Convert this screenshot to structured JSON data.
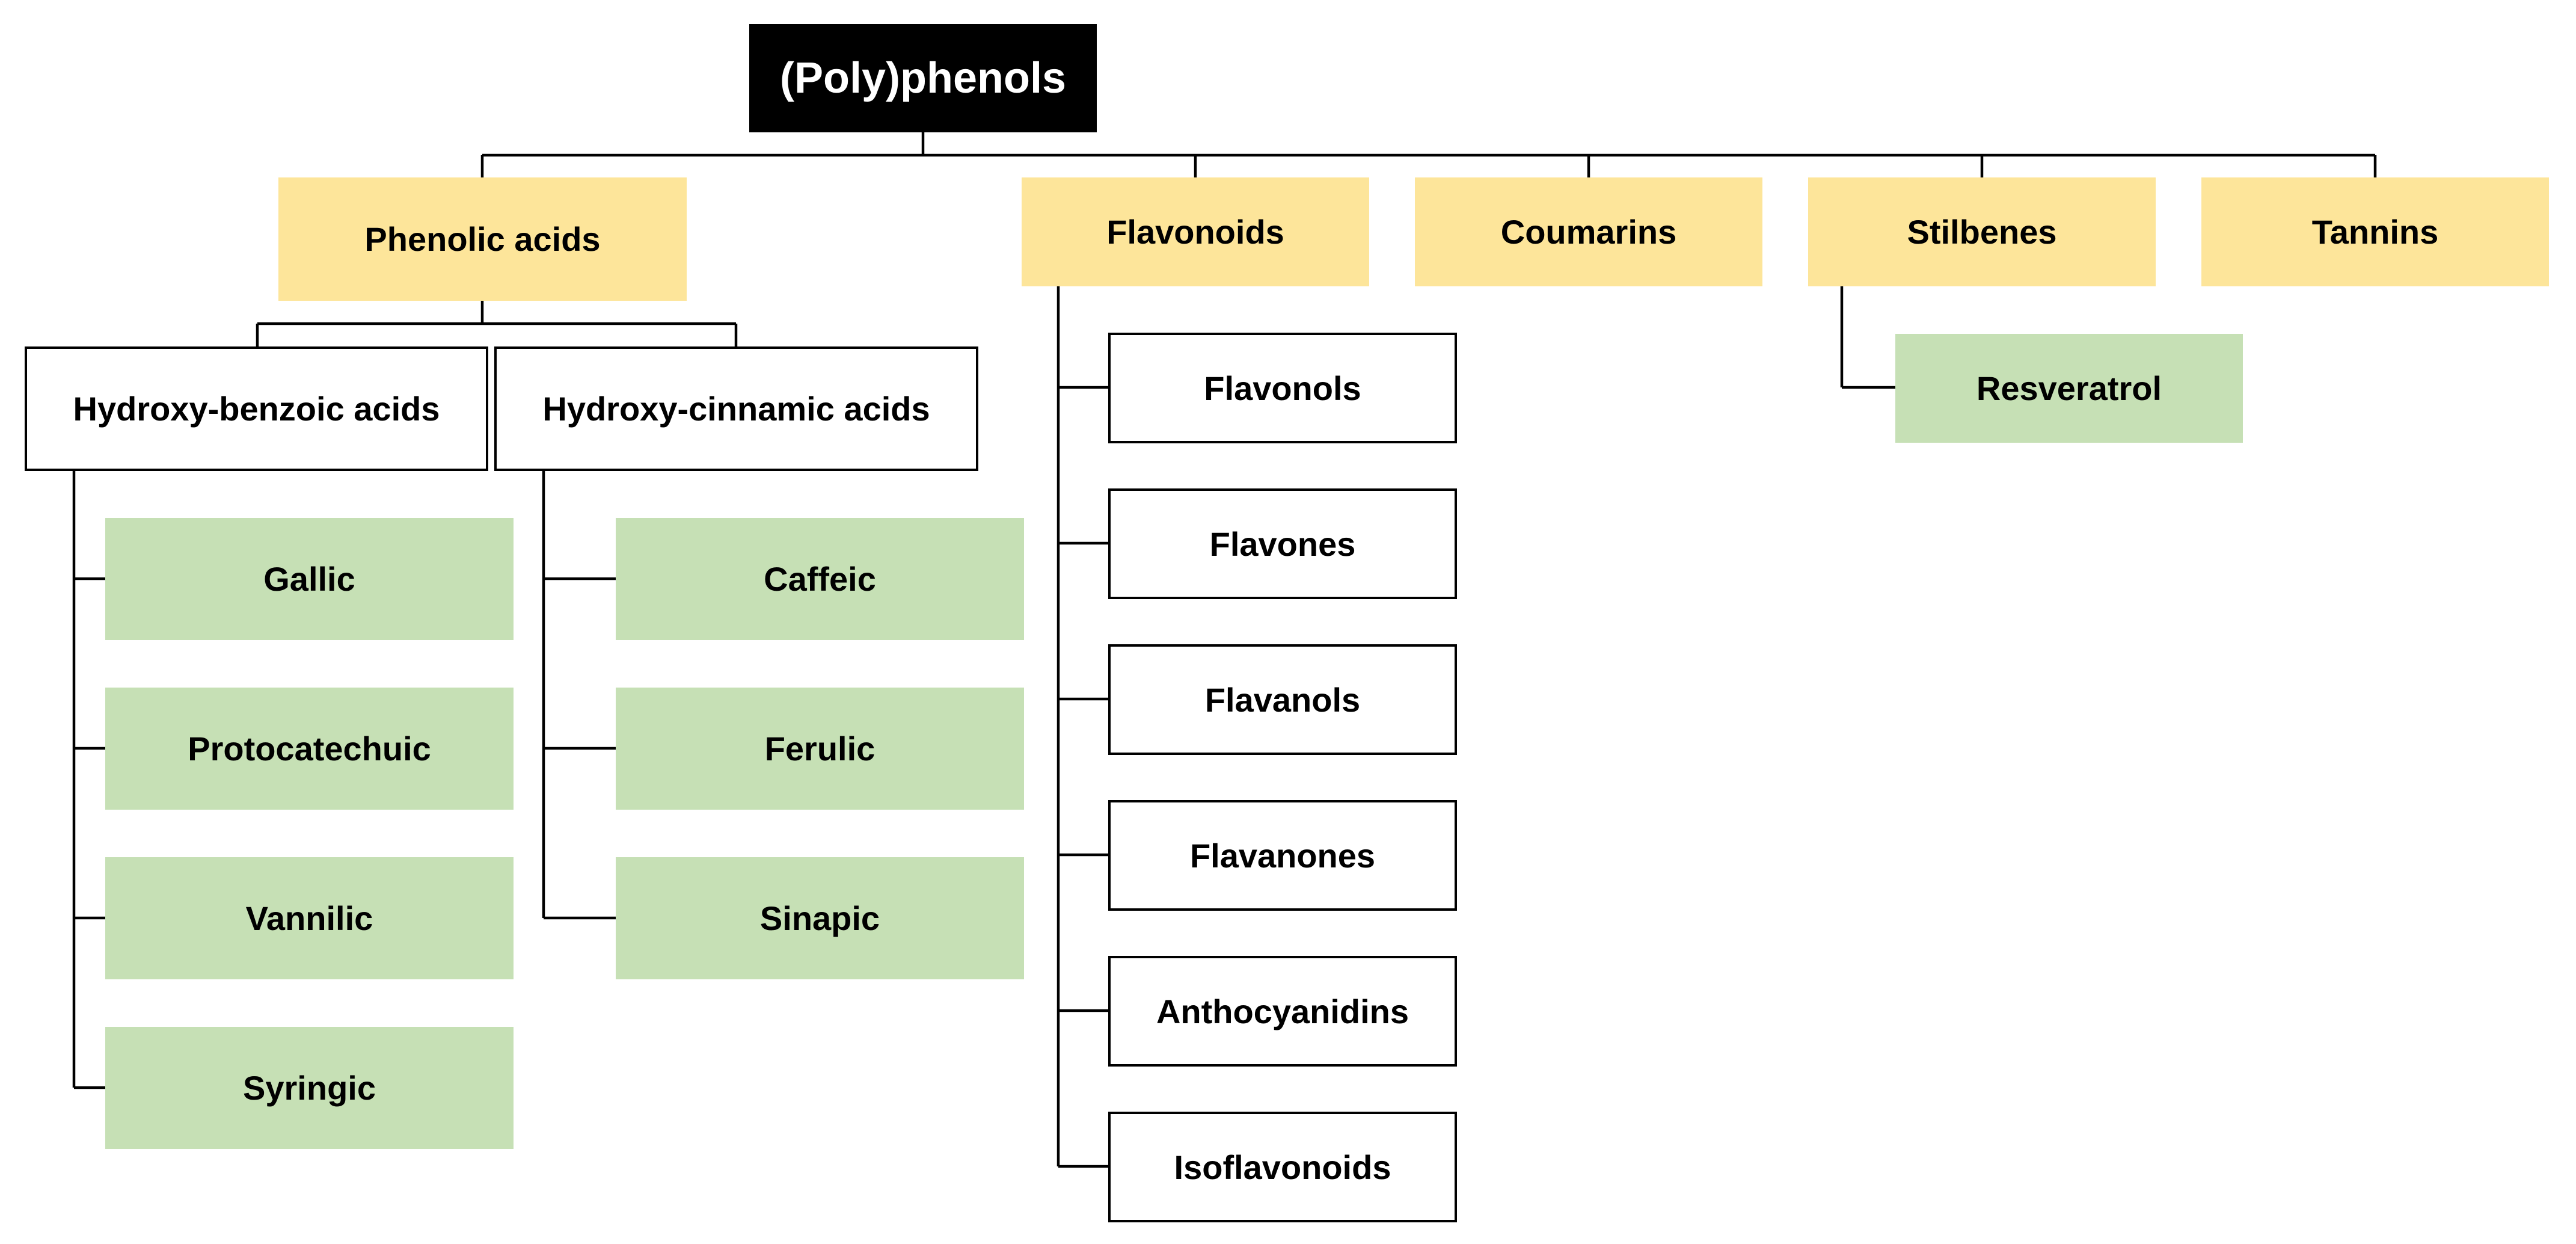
{
  "colors": {
    "root_fill": "#000000",
    "root_text": "#ffffff",
    "category_fill": "#fde59a",
    "compound_fill": "#c6e0b5",
    "subclass_fill": "#ffffff",
    "line": "#000000"
  },
  "root": {
    "label": "(Poly)phenols"
  },
  "categories": {
    "phenolic_acids": "Phenolic acids",
    "flavonoids": "Flavonoids",
    "coumarins": "Coumarins",
    "stilbenes": "Stilbenes",
    "tannins": "Tannins"
  },
  "phenolic_acids": {
    "hydroxybenzoic": {
      "label": "Hydroxy-benzoic acids",
      "items": [
        "Gallic",
        "Protocatechuic",
        "Vannilic",
        "Syringic"
      ]
    },
    "hydroxycinnamic": {
      "label": "Hydroxy-cinnamic acids",
      "items": [
        "Caffeic",
        "Ferulic",
        "Sinapic"
      ]
    }
  },
  "flavonoids": {
    "items": [
      "Flavonols",
      "Flavones",
      "Flavanols",
      "Flavanones",
      "Anthocyanidins",
      "Isoflavonoids"
    ]
  },
  "stilbenes": {
    "items": [
      "Resveratrol"
    ]
  }
}
